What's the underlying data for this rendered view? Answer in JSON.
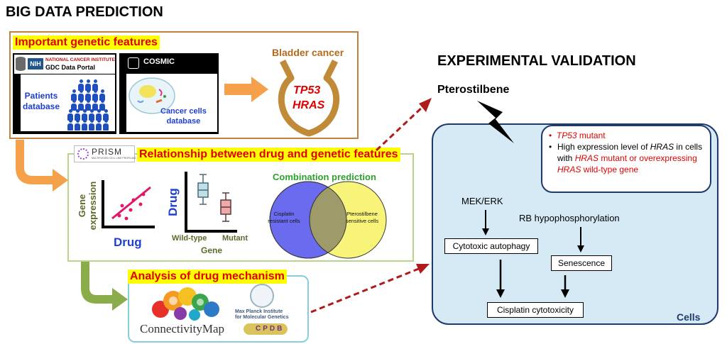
{
  "left": {
    "title": "BIG DATA PREDICTION",
    "features_box": {
      "header": "Important genetic features",
      "nih": {
        "badge": "NIH",
        "line1": "NATIONAL CANCER INSTITUTE",
        "line2": "GDC Data Portal"
      },
      "cosmic": {
        "name": "COSMIC"
      },
      "patients_db": "Patients\ndatabase",
      "cells_db": "Cancer cells\ndatabase",
      "bladder": {
        "title": "Bladder cancer",
        "gene1": "TP53",
        "gene2": "HRAS"
      }
    },
    "relationship_box": {
      "header": "Relationship between drug and genetic features",
      "prism": "PRISM",
      "prism_sub": "MULTIPLEXED CELL LINE PROFILING",
      "plot1": {
        "ylabel": "Gene\nexpression",
        "xlabel": "Drug"
      },
      "plot2": {
        "ylabel": "Drug",
        "x1": "Wild-type",
        "x2": "Mutant",
        "xlabel": "Gene"
      },
      "combination": {
        "title": "Combination prediction",
        "left": "Cisplatin\nresistant cells",
        "right": "Pterostilbene\nsensitive cells"
      }
    },
    "mechanism_box": {
      "header": "Analysis of drug mechanism",
      "cmap": "ConnectivityMap",
      "max_planck": "Max Planck Institute\nfor Molecular Genetics",
      "cpdb": "CPDB"
    }
  },
  "right": {
    "title": "EXPERIMENTAL VALIDATION",
    "drug": "Pterostilbene",
    "bullets": {
      "b1_gene": "TP53",
      "b1_rest": " mutant",
      "b2_pre": "High expression level of ",
      "b2_gene": "HRAS",
      "b2_post": " in cells with ",
      "b2_red1": "HRAS",
      "b2_red2": " mutant or overexpressing ",
      "b2_red3": "HRAS",
      "b2_red4": " wild-type gene"
    },
    "mek": "MEK/ERK",
    "rb": "RB hypophosphorylation",
    "autophagy": "Cytotoxic autophagy",
    "senescence": "Senescence",
    "cisplatin": "Cisplatin cytotoxicity",
    "cells": "Cells"
  },
  "colors": {
    "red": "#e00000",
    "blue": "#1f3fd0",
    "green": "#5b8a2a",
    "brown": "#b26b1e",
    "cell_fill": "#d6eaf6"
  }
}
